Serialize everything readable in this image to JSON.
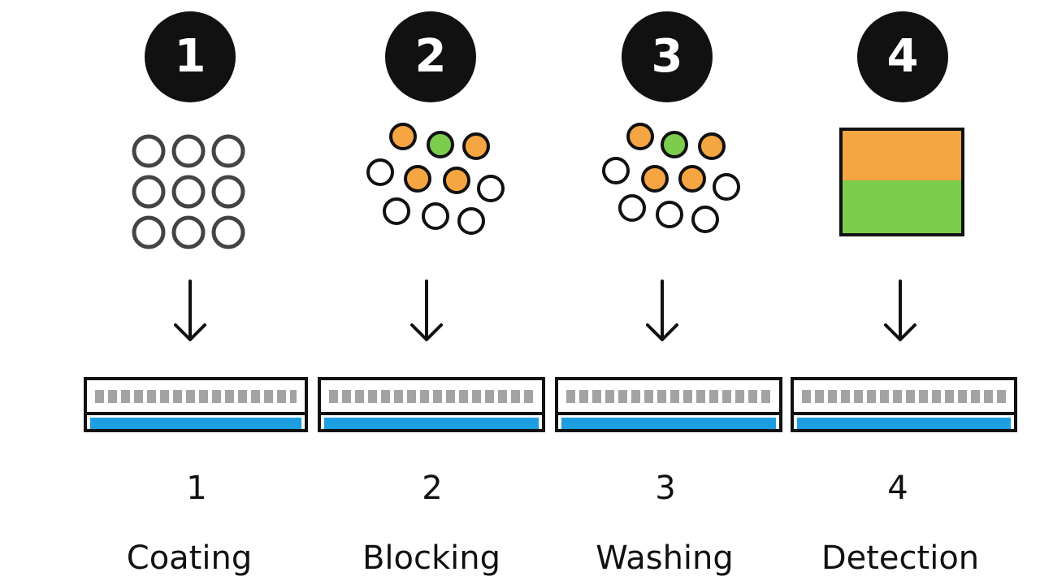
{
  "steps": [
    {
      "badge": "1",
      "number": "1",
      "label": "Coating"
    },
    {
      "badge": "2",
      "number": "2",
      "label": "Blocking"
    },
    {
      "badge": "3",
      "number": "3",
      "label": "Washing"
    },
    {
      "badge": "4",
      "number": "4",
      "label": "Detection"
    }
  ],
  "colors": {
    "badge": "#111111",
    "orange": "#f5a542",
    "green": "#7ccd4e",
    "liquid": "#1c9ee0",
    "wells": "#a3a3a3",
    "outline": "#111111"
  },
  "icons": [
    "empty-wells-icon",
    "mixed-particles-icon",
    "washed-particles-icon",
    "color-result-icon",
    "down-arrow-icon"
  ]
}
